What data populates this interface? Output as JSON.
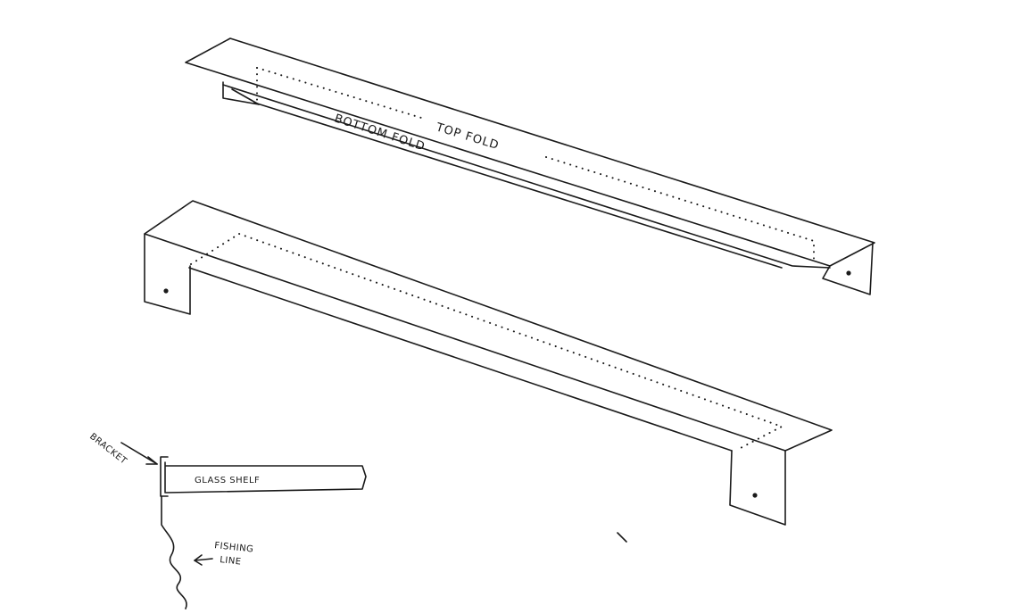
{
  "labels": {
    "top_fold": "TOP FOLD",
    "bottom_fold": "BOTTOM FOLD",
    "bracket": "BRACKET",
    "glass_shelf": "GLASS SHELF",
    "fishing_line_1": "FISHING",
    "fishing_line_2": "LINE"
  },
  "colors": {
    "ink": "#1a1a1a",
    "paper": "#ffffff"
  }
}
